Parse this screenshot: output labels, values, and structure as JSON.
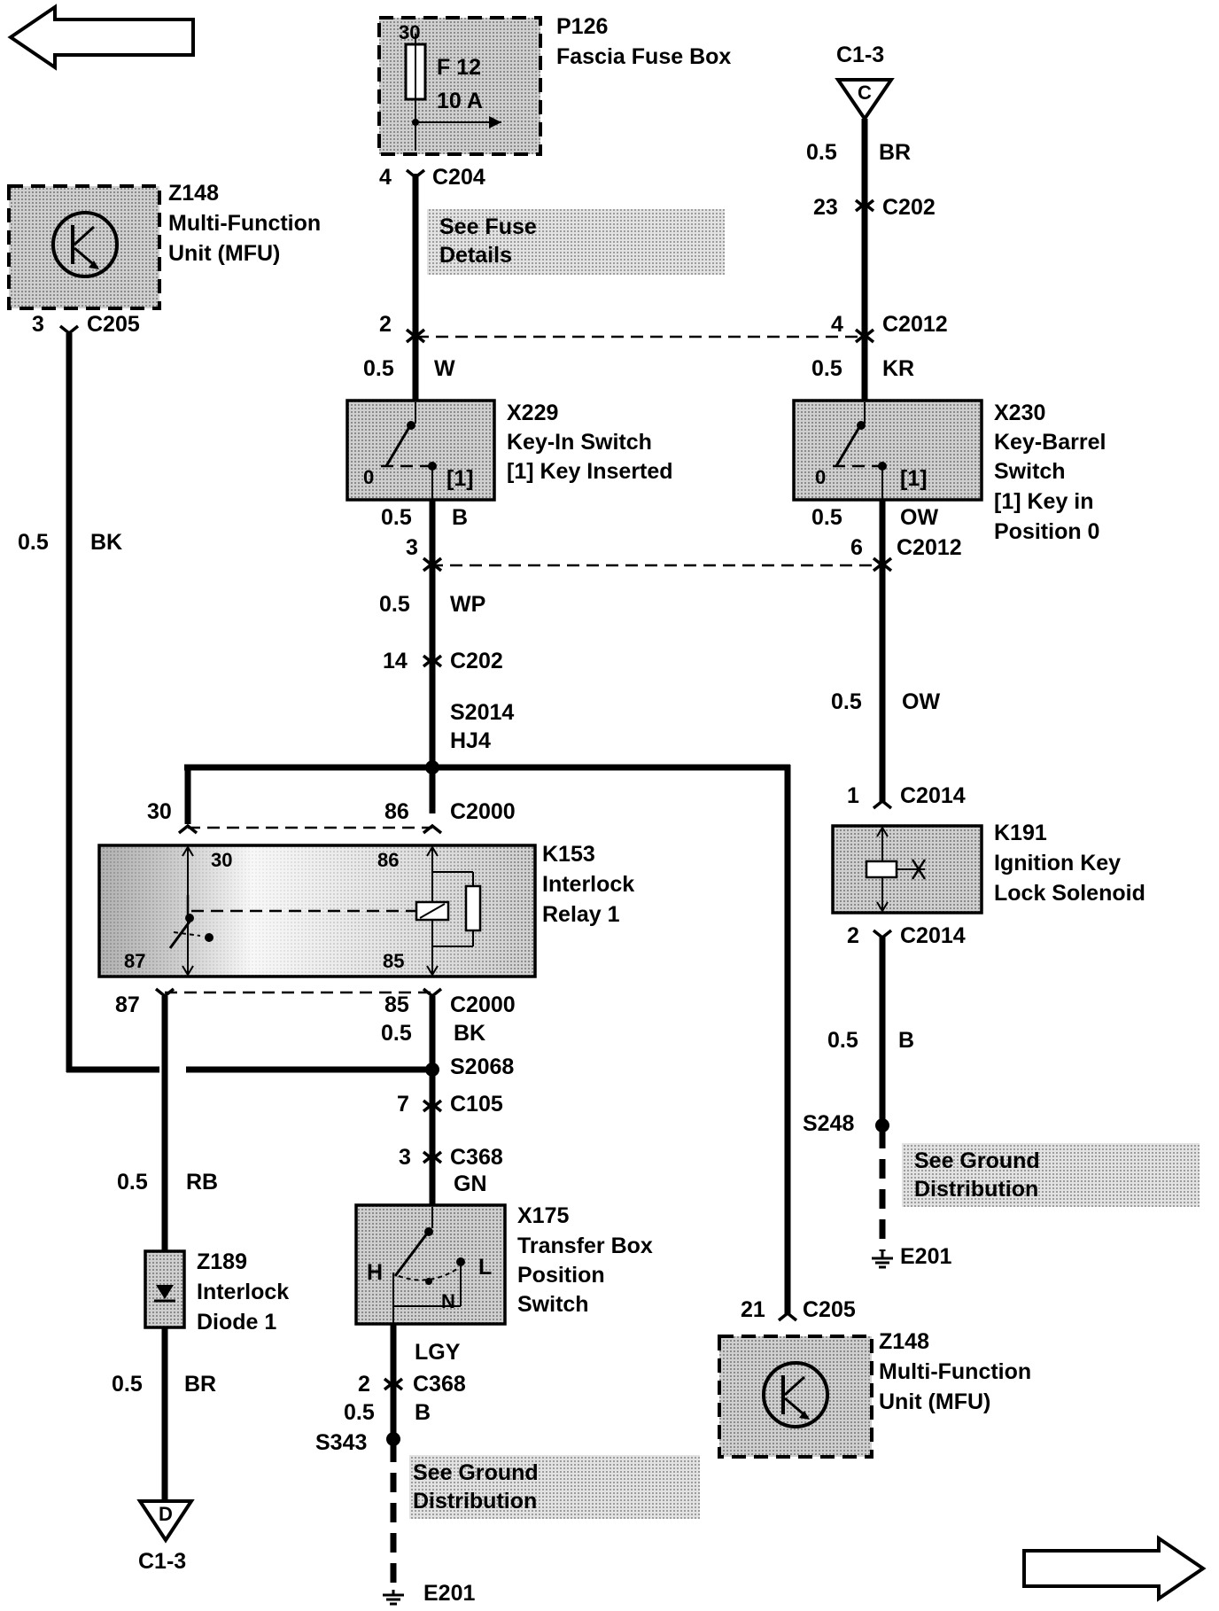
{
  "components": {
    "p126": {
      "id": "P126",
      "name": "Fascia Fuse Box",
      "pin": "30",
      "fuse": "F 12",
      "rating": "10 A"
    },
    "z148_top": {
      "id": "Z148",
      "line1": "Multi-Function",
      "line2": "Unit (MFU)"
    },
    "z148_bottom": {
      "id": "Z148",
      "line1": "Multi-Function",
      "line2": "Unit (MFU)"
    },
    "x229": {
      "id": "X229",
      "line1": "Key-In Switch",
      "line2": "[1]   Key Inserted",
      "pos0": "0",
      "pos1": "[1]"
    },
    "x230": {
      "id": "X230",
      "line1": "Key-Barrel",
      "line2": "Switch",
      "line3": "[1]   Key in",
      "line4": "Position 0",
      "pos0": "0",
      "pos1": "[1]"
    },
    "k153": {
      "id": "K153",
      "line1": "Interlock",
      "line2": "Relay 1",
      "p30": "30",
      "p86": "86",
      "p87": "87",
      "p85": "85"
    },
    "k191": {
      "id": "K191",
      "line1": "Ignition Key",
      "line2": "Lock Solenoid"
    },
    "x175": {
      "id": "X175",
      "line1": "Transfer Box",
      "line2": "Position",
      "line3": "Switch",
      "h": "H",
      "l": "L",
      "n": "N"
    },
    "z189": {
      "id": "Z189",
      "line1": "Interlock",
      "line2": "Diode 1"
    }
  },
  "references": {
    "c13_top": {
      "label": "C1-3",
      "letter": "C"
    },
    "c13_bottom": {
      "label": "C1-3",
      "letter": "D"
    }
  },
  "notes": {
    "fuse": {
      "line1": "See Fuse",
      "line2": "Details"
    },
    "ground_right": {
      "line1": "See Ground",
      "line2": "Distribution"
    },
    "ground_left": {
      "line1": "See Ground",
      "line2": "Distribution"
    }
  },
  "connectors": {
    "c204": {
      "pin": "4",
      "name": "C204"
    },
    "c202_top": {
      "pin": "23",
      "name": "C202"
    },
    "c2012_a_left": {
      "pin": "2"
    },
    "c2012_a_right": {
      "pin": "4",
      "name": "C2012"
    },
    "c2012_b_left": {
      "pin": "3"
    },
    "c2012_b_right": {
      "pin": "6",
      "name": "C2012"
    },
    "c205_top": {
      "pin": "3",
      "name": "C205"
    },
    "c202_mid": {
      "pin": "14",
      "name": "C202"
    },
    "s2014": {
      "name": "S2014",
      "sub": "HJ4"
    },
    "c2000_top": {
      "pin_left": "30",
      "pin_right": "86",
      "name": "C2000"
    },
    "c2000_bottom": {
      "pin_left": "87",
      "pin_right": "85",
      "name": "C2000"
    },
    "c2014_top": {
      "pin": "1",
      "name": "C2014"
    },
    "c2014_bottom": {
      "pin": "2",
      "name": "C2014"
    },
    "s2068": {
      "name": "S2068"
    },
    "c105": {
      "pin": "7",
      "name": "C105"
    },
    "c368_top": {
      "pin": "3",
      "name": "C368"
    },
    "c368_bottom": {
      "pin": "2",
      "name": "C368"
    },
    "s248": {
      "name": "S248"
    },
    "e201_right": {
      "name": "E201"
    },
    "c205_bottom": {
      "pin": "21",
      "name": "C205"
    },
    "s343": {
      "name": "S343"
    },
    "e201_left": {
      "name": "E201"
    }
  },
  "wires": {
    "br_top": {
      "size": "0.5",
      "color": "BR"
    },
    "w": {
      "size": "0.5",
      "color": "W"
    },
    "kr": {
      "size": "0.5",
      "color": "KR"
    },
    "bk_left": {
      "size": "0.5",
      "color": "BK"
    },
    "b_x229": {
      "size": "0.5",
      "color": "B"
    },
    "ow_x230": {
      "size": "0.5",
      "color": "OW"
    },
    "wp": {
      "size": "0.5",
      "color": "WP"
    },
    "ow_mid": {
      "size": "0.5",
      "color": "OW"
    },
    "bk_mid": {
      "size": "0.5",
      "color": "BK"
    },
    "b_right": {
      "size": "0.5",
      "color": "B"
    },
    "rb": {
      "size": "0.5",
      "color": "RB"
    },
    "gn": {
      "color": "GN"
    },
    "br_bottom": {
      "size": "0.5",
      "color": "BR"
    },
    "lgy": {
      "color": "LGY"
    },
    "b_bottom": {
      "size": "0.5",
      "color": "B"
    }
  }
}
